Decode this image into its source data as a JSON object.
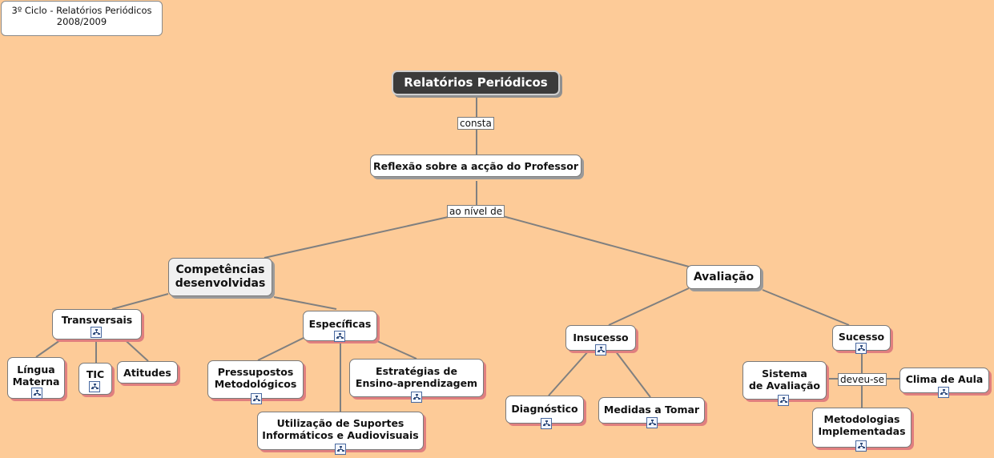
{
  "header": {
    "title": "3º Ciclo - Relatórios Periódicos\n2008/2009"
  },
  "nodes": {
    "root": "Relatórios Periódicos",
    "reflexao": "Reflexão sobre a acção do Professor",
    "competencias": "Competências\ndesenvolvidas",
    "avaliacao": "Avaliação",
    "transversais": "Transversais",
    "especificas": "Específicas",
    "lingua": "Língua\nMaterna",
    "tic": "TIC",
    "atitudes": "Atitudes",
    "pressupostos": "Pressupostos\nMetodológicos",
    "estrategias": "Estratégias de\nEnsino-aprendizagem",
    "utilizacao": "Utilização de Suportes\nInformáticos e Audiovisuais",
    "insucesso": "Insucesso",
    "sucesso": "Sucesso",
    "diagnostico": "Diagnóstico",
    "medidas": "Medidas a Tomar",
    "sistema": "Sistema\nde Avaliação",
    "clima": "Clima de Aula",
    "metodologias": "Metodologias\nImplementadas"
  },
  "links": {
    "consta": "consta",
    "ao_nivel_de": "ao nível de",
    "deveu_se": "deveu-se"
  },
  "icons": {
    "transversais": "concept-map-icon",
    "especificas": "concept-map-icon",
    "lingua": "concept-map-icon",
    "tic": "concept-map-icon",
    "pressupostos": "concept-map-icon",
    "estrategias": "concept-map-icon",
    "utilizacao": "concept-map-icon",
    "insucesso": "concept-map-icon",
    "sucesso": "concept-map-icon",
    "diagnostico": "concept-map-icon",
    "medidas": "concept-map-icon",
    "sistema": "concept-map-icon",
    "clima": "concept-map-icon",
    "metodologias": "concept-map-icon"
  },
  "colors": {
    "background": "#fdcb98",
    "root_fill": "#3b3b3b",
    "node_fill": "#ffffff",
    "shadow": "#e07f7f",
    "line": "#808080"
  }
}
